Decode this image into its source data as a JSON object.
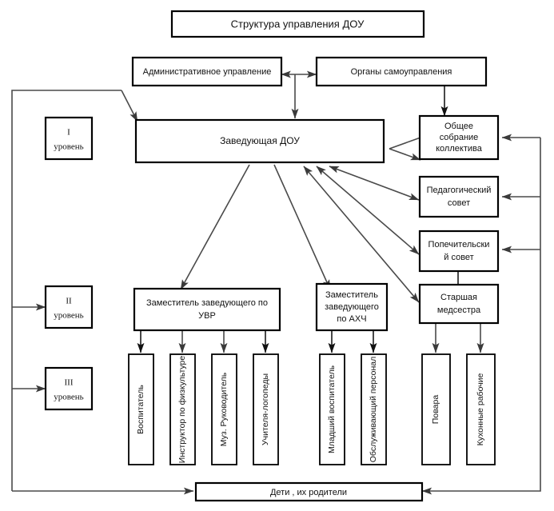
{
  "title": "Структура управления ДОУ",
  "diagram": {
    "type": "org-chart",
    "title_box": {
      "label": "Структура управления ДОУ"
    },
    "levels": [
      {
        "id": "level-1",
        "roman": "I",
        "word": "уровень"
      },
      {
        "id": "level-2",
        "roman": "II",
        "word": "уровень"
      },
      {
        "id": "level-3",
        "roman": "III",
        "word": "уровень"
      }
    ],
    "top_boxes": [
      {
        "id": "admin-management",
        "label": "Административное управление"
      },
      {
        "id": "self-government-bodies",
        "label": "Органы самоуправления"
      }
    ],
    "head_box": {
      "id": "head-of-preschool",
      "label": "Заведующая ДОУ"
    },
    "councils": [
      {
        "id": "general-staff-meeting",
        "lines": [
          "Общее",
          "собрание",
          "коллектива"
        ]
      },
      {
        "id": "pedagogical-council",
        "lines": [
          "Педагогический",
          "совет"
        ]
      },
      {
        "id": "trustee-council",
        "lines": [
          "Попечительски",
          "й совет"
        ]
      },
      {
        "id": "senior-nurse",
        "lines": [
          "Старшая",
          "медсестра"
        ]
      }
    ],
    "deputies": [
      {
        "id": "deputy-uvr",
        "lines": [
          "Заместитель заведующего по",
          "УВР"
        ]
      },
      {
        "id": "deputy-ahch",
        "lines": [
          "Заместитель",
          "заведующего",
          "по АХЧ"
        ]
      }
    ],
    "staff_uvr": [
      {
        "id": "staff-teacher",
        "label": "Воспитатель"
      },
      {
        "id": "staff-pe-instructor",
        "label": "Инструктор по физкультуре"
      },
      {
        "id": "staff-music-director",
        "label": "Муз. Руководитель"
      },
      {
        "id": "staff-speech-therapists",
        "label": "Учителя-логопеды"
      }
    ],
    "staff_ahch": [
      {
        "id": "staff-junior-teacher",
        "label": "Младший воспитатель"
      },
      {
        "id": "staff-service-personnel",
        "label": "Обслуживающий персонал"
      }
    ],
    "staff_nurse": [
      {
        "id": "staff-cooks",
        "label": "Повара"
      },
      {
        "id": "staff-kitchen-workers",
        "label": "Кухонные рабочие"
      }
    ],
    "bottom_box": {
      "id": "children-parents",
      "label": "Дети , их родители"
    }
  },
  "colors": {
    "background": "#ffffff",
    "box_stroke": "#000000",
    "connector": "#4a4a4a",
    "text": "#111111"
  }
}
